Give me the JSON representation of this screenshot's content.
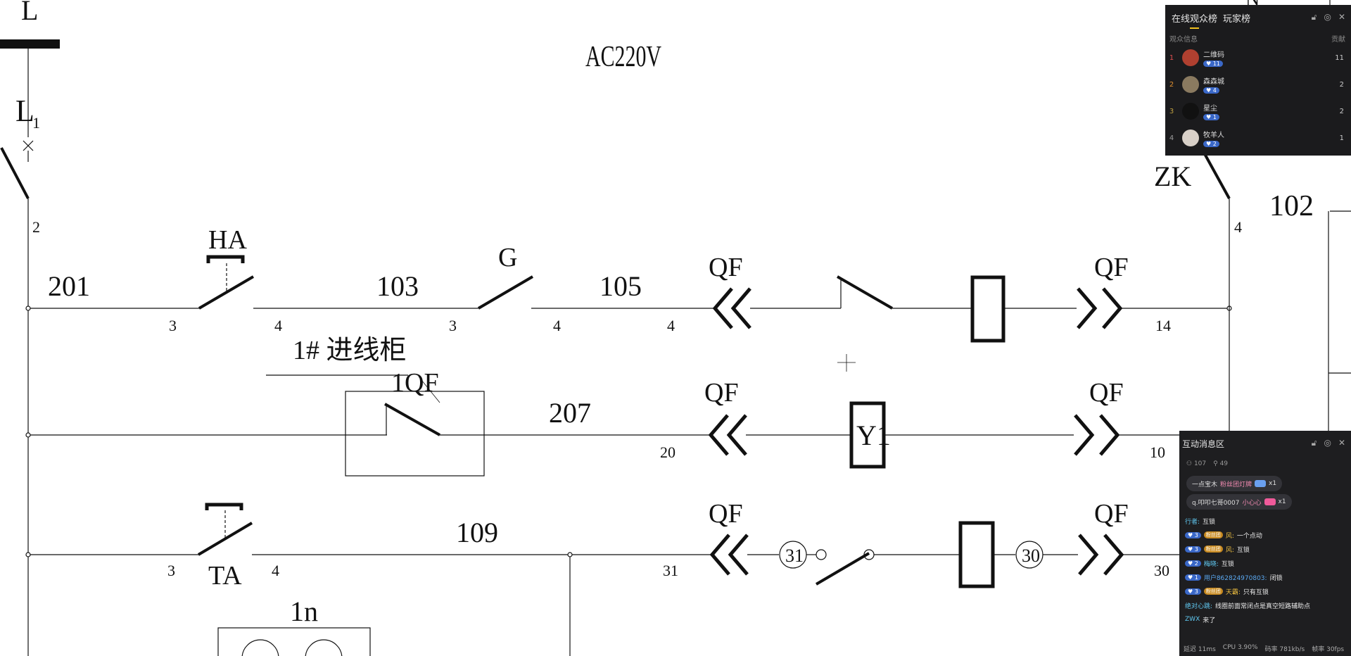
{
  "diagram": {
    "title": "AC220V",
    "labels": {
      "L_top": "L",
      "L1": "L",
      "L1_sub": "1",
      "n2": "2",
      "HA": "HA",
      "w201": "201",
      "w103": "103",
      "G": "G",
      "w105": "105",
      "QF_r1_left": "QF",
      "QF_r1_right": "QF",
      "ZK": "ZK",
      "n4_zk": "4",
      "w102": "102",
      "r1_t3a": "3",
      "r1_t4a": "4",
      "r1_t3b": "3",
      "r1_t4b": "4",
      "r1_t4c": "4",
      "r1_t14": "14",
      "cabinet": "1# 进线柜",
      "1QF": "1QF",
      "w207": "207",
      "QF_r2_left": "QF",
      "QF_r2_right": "QF",
      "r2_t20": "20",
      "Y1": "Y1",
      "r2_t10": "10",
      "w109": "109",
      "QF_r3_left": "QF",
      "QF_r3_right": "QF",
      "r3_t3": "3",
      "TA": "TA",
      "r3_t4": "4",
      "r3_t31": "31",
      "c31": "31",
      "c30": "30",
      "r3_t30": "30",
      "1n": "1n",
      "N_top": "N"
    }
  },
  "rank_panel": {
    "tabs": [
      "在线观众榜",
      "玩家榜"
    ],
    "active_tab": 0,
    "subheader_left": "观众信息",
    "subheader_right": "贡献",
    "rows": [
      {
        "rank": "1",
        "name": "二维码",
        "level": "11",
        "score": "11",
        "avatar_color": "#b04030"
      },
      {
        "rank": "2",
        "name": "森森城",
        "level": "4",
        "score": "2",
        "avatar_color": "#8a7a60"
      },
      {
        "rank": "3",
        "name": "星尘",
        "level": "1",
        "score": "2",
        "avatar_color": "#111111"
      },
      {
        "rank": "4",
        "name": "牧羊人",
        "level": "2",
        "score": "1",
        "avatar_color": "#d8d0c8"
      }
    ]
  },
  "chat_panel": {
    "title": "互动消息区",
    "online": "107",
    "total": "49",
    "gifts": [
      {
        "user": "一点宝木",
        "item": "粉丝团灯牌",
        "count": "x1",
        "color": "#6aa0f0"
      },
      {
        "user": "q.叩叩七哥0007",
        "item": "小心心",
        "count": "x1",
        "color": "#f05a9a"
      }
    ],
    "messages": [
      {
        "badge": "",
        "fans": "",
        "user": "行者:",
        "text": "互锁",
        "ucls": "c"
      },
      {
        "badge": "3",
        "fans": "粉丝团",
        "user": "风:",
        "text": "一个点动",
        "ucls": "y"
      },
      {
        "badge": "3",
        "fans": "粉丝团",
        "user": "风:",
        "text": "互锁",
        "ucls": "y"
      },
      {
        "badge": "2",
        "fans": "",
        "user": "梅晓:",
        "text": "互锁",
        "ucls": "c"
      },
      {
        "badge": "1",
        "fans": "",
        "user": "用户862824970803:",
        "text": "闭锁",
        "ucls": ""
      },
      {
        "badge": "3",
        "fans": "粉丝团",
        "user": "天霸:",
        "text": "只有互锁",
        "ucls": "y"
      },
      {
        "badge": "",
        "fans": "",
        "user": "绝对心跳:",
        "text": "线圈前面常闭点是真空短路辅助点",
        "ucls": "c"
      },
      {
        "badge": "",
        "fans": "",
        "user": "ZWX",
        "text": "来了",
        "ucls": "c"
      }
    ],
    "status": {
      "latency": "延迟 11ms",
      "cpu": "CPU 3.90%",
      "bitrate": "码率 781kb/s",
      "fps": "帧率 30fps"
    }
  }
}
